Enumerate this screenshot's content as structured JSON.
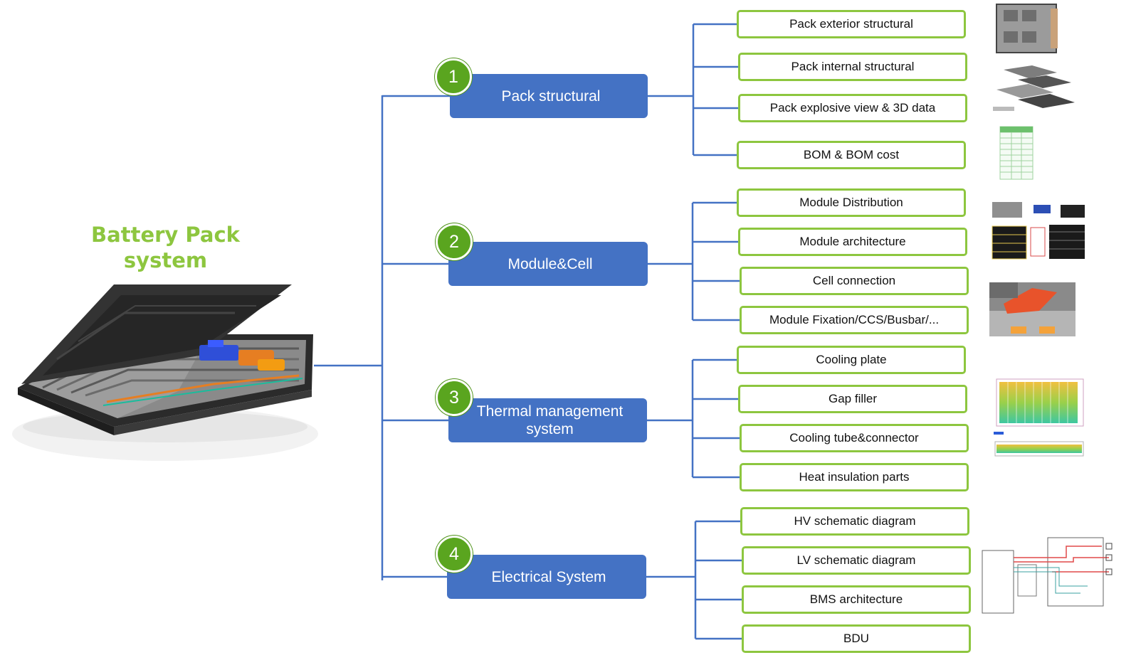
{
  "diagram": {
    "title": "Battery Pack system",
    "categories": [
      {
        "number": "1",
        "label": "Pack  structural",
        "items": [
          "Pack exterior structural",
          "Pack internal  structural",
          "Pack explosive view & 3D data",
          "BOM & BOM cost"
        ]
      },
      {
        "number": "2",
        "label": "Module&Cell",
        "items": [
          "Module Distribution",
          "Module architecture",
          "Cell connection",
          "Module Fixation/CCS/Busbar/..."
        ]
      },
      {
        "number": "3",
        "label": "Thermal management system",
        "items": [
          "Cooling plate",
          "Gap filler",
          "Cooling tube&connector",
          "Heat insulation parts"
        ]
      },
      {
        "number": "4",
        "label": "Electrical System",
        "items": [
          "HV schematic diagram",
          "LV schematic diagram",
          "BMS architecture",
          "BDU"
        ]
      }
    ],
    "colors": {
      "title": "#8dc63f",
      "category_fill": "#4472c4",
      "number_badge": "#5aa51f",
      "item_border": "#8dc63f",
      "connector": "#4472c4"
    }
  }
}
